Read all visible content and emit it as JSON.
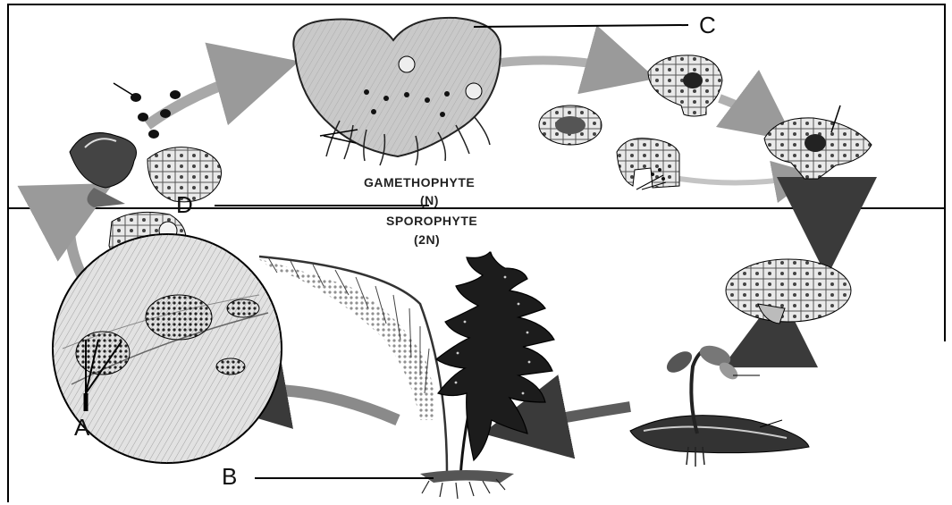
{
  "labels": {
    "a": "A",
    "b": "B",
    "c": "C",
    "d": "D"
  },
  "phases": {
    "gametophyte": "GAMETHOPHYTE",
    "gametophyte_ploidy": "(N)",
    "sporophyte": "SPOROPHYTE",
    "sporophyte_ploidy": "(2N)"
  },
  "colors": {
    "line": "#000000",
    "arrow": "#9a9a9a",
    "arrow_dark": "#3a3a3a",
    "tissue": "#bdbdbd",
    "dark": "#222222"
  },
  "icons": [
    "prothallus",
    "archegonium",
    "antheridium",
    "zygote",
    "embryo",
    "young-sporophyte",
    "fern-frond",
    "sorus-lens",
    "sporangium",
    "spores"
  ]
}
